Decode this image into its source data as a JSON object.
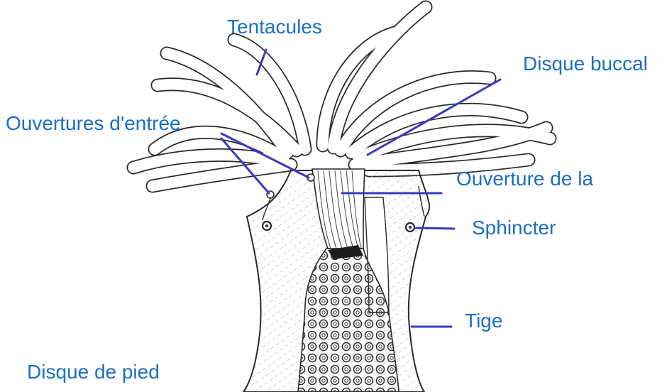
{
  "colors": {
    "label_text": "#1a6fc4",
    "leader_line": "#3a3ac0",
    "ink": "#2a2a2a",
    "hatch": "#9a9a9a"
  },
  "labels": {
    "tentacules": "Tentacules",
    "disque_buccal": "Disque buccal",
    "ouvertures_entree": "Ouvertures d'entrée",
    "ouverture_de_la": "Ouverture de la",
    "sphincter": "Sphincter",
    "tige": "Tige",
    "disque_pied": "Disque de pied"
  }
}
